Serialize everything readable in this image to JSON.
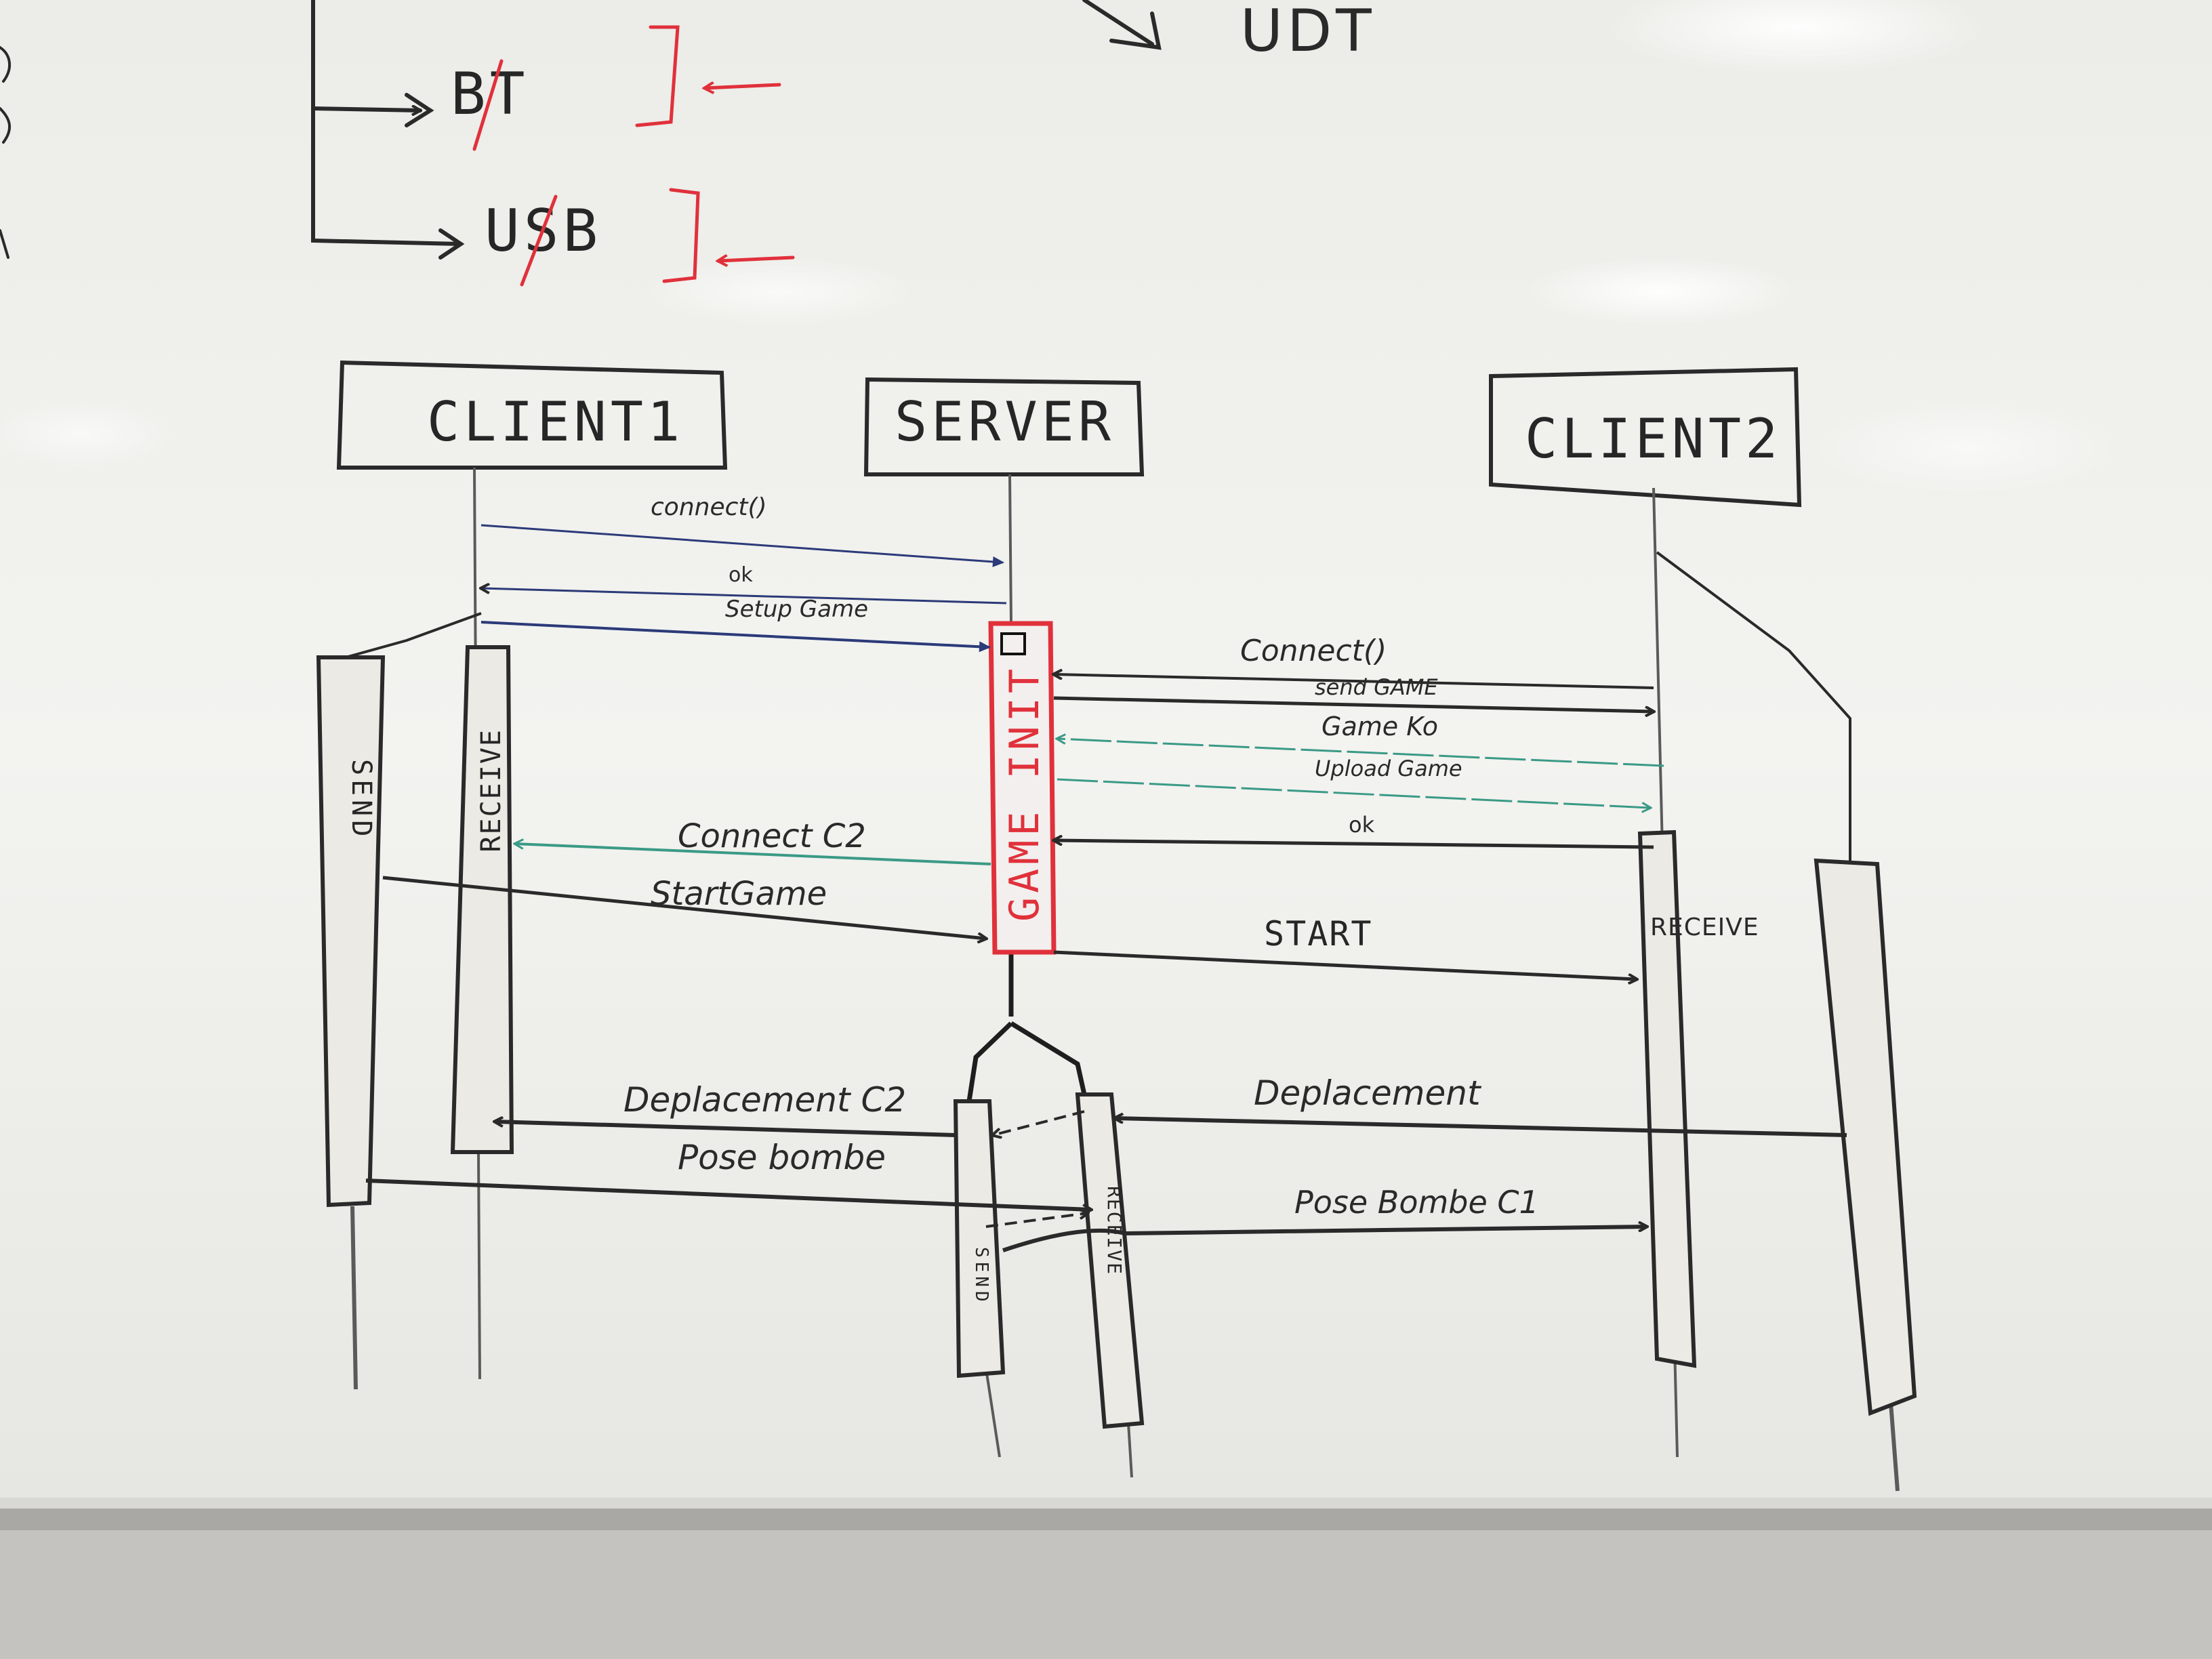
{
  "colors": {
    "ink": "#2a2a2a",
    "blue_ink": "#2b3a78",
    "red_ink": "#e0313b",
    "green_ink": "#3a9a86",
    "board": "#f1f1ee",
    "tray": "#bdbcb8"
  },
  "top_sketch": {
    "bt_label": "BT",
    "usb_label": "USB",
    "udt_label": "UDT"
  },
  "participants": {
    "client1": "CLIENT1",
    "server": "SERVER",
    "client2": "CLIENT2"
  },
  "activations": {
    "client1_send": "SEND",
    "client1_receive": "RECEIVE",
    "server_game_init": "GAME INIT",
    "server_send": "SEND",
    "server_receive": "RECEIVE",
    "client2_receive": "RECEIVE"
  },
  "messages": {
    "connect_c1": "connect()",
    "ok_c1": "ok",
    "setup_game": "Setup Game",
    "connect_c2": "Connect()",
    "send_game": "send GAME",
    "game_ko": "Game Ko",
    "upload_game": "Upload Game",
    "ok_c2": "ok",
    "connect_c2_notice": "Connect C2",
    "start_game": "StartGame",
    "start": "START",
    "deplacement_c2": "Deplacement C2",
    "deplacement": "Deplacement",
    "pose_bombe": "Pose bombe",
    "pose_bombe_c1": "Pose Bombe C1"
  }
}
